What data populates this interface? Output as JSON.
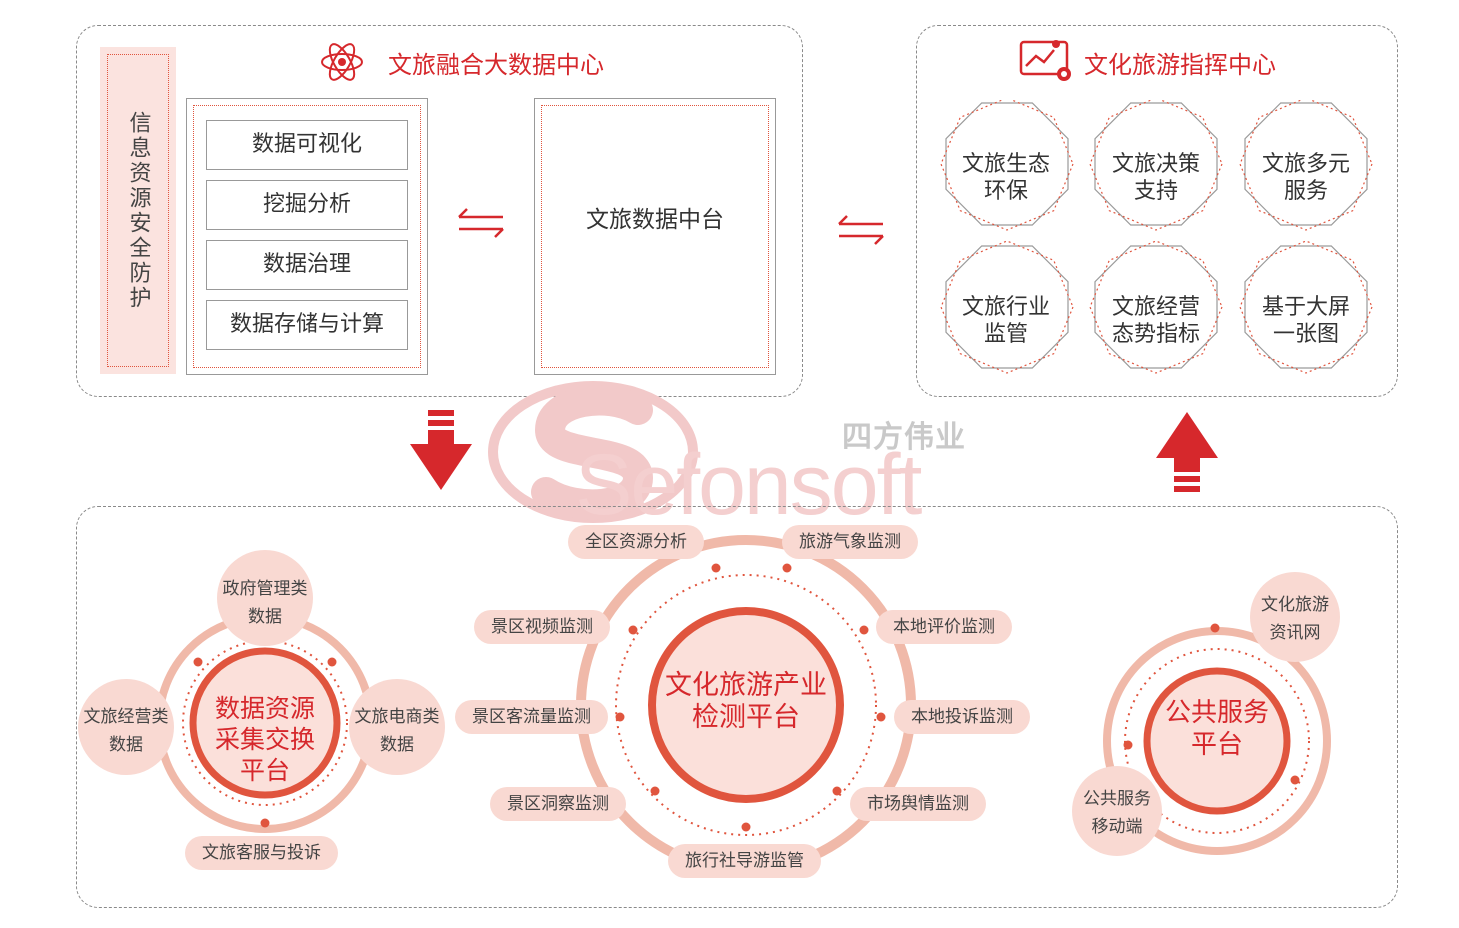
{
  "top_left": {
    "title": "文旅融合大数据中心",
    "sidebar": "信息资源安全防护",
    "items": [
      "数据可视化",
      "挖掘分析",
      "数据治理",
      "数据存储与计算"
    ],
    "middle": "文旅数据中台"
  },
  "top_right": {
    "title": "文化旅游指挥中心",
    "octagons": [
      {
        "line1": "文旅生态",
        "line2": "环保"
      },
      {
        "line1": "文旅决策",
        "line2": "支持"
      },
      {
        "line1": "文旅多元",
        "line2": "服务"
      },
      {
        "line1": "文旅行业",
        "line2": "监管"
      },
      {
        "line1": "文旅经营",
        "line2": "态势指标"
      },
      {
        "line1": "基于大屏",
        "line2": "一张图"
      }
    ]
  },
  "watermark": {
    "brand_cn": "四方伟业",
    "brand_en": "Sefonsoft"
  },
  "bottom": {
    "left": {
      "center": [
        "数据资源",
        "采集交换",
        "平台"
      ],
      "top": [
        "政府管理类",
        "数据"
      ],
      "left": [
        "文旅经营类",
        "数据"
      ],
      "right": [
        "文旅电商类",
        "数据"
      ],
      "bottom": "文旅客服与投诉"
    },
    "middle": {
      "center": [
        "文化旅游产业",
        "检测平台"
      ],
      "pills": [
        "全区资源分析",
        "旅游气象监测",
        "景区视频监测",
        "本地评价监测",
        "景区客流量监测",
        "本地投诉监测",
        "景区洞察监测",
        "市场舆情监测",
        "旅行社导游监管"
      ]
    },
    "right": {
      "center": [
        "公共服务",
        "平台"
      ],
      "top": [
        "文化旅游",
        "资讯网"
      ],
      "bottom": [
        "公共服务",
        "移动端"
      ]
    }
  },
  "colors": {
    "accent": "#d6282c",
    "orange": "#e0553e",
    "pink": "#f9d9d2"
  }
}
